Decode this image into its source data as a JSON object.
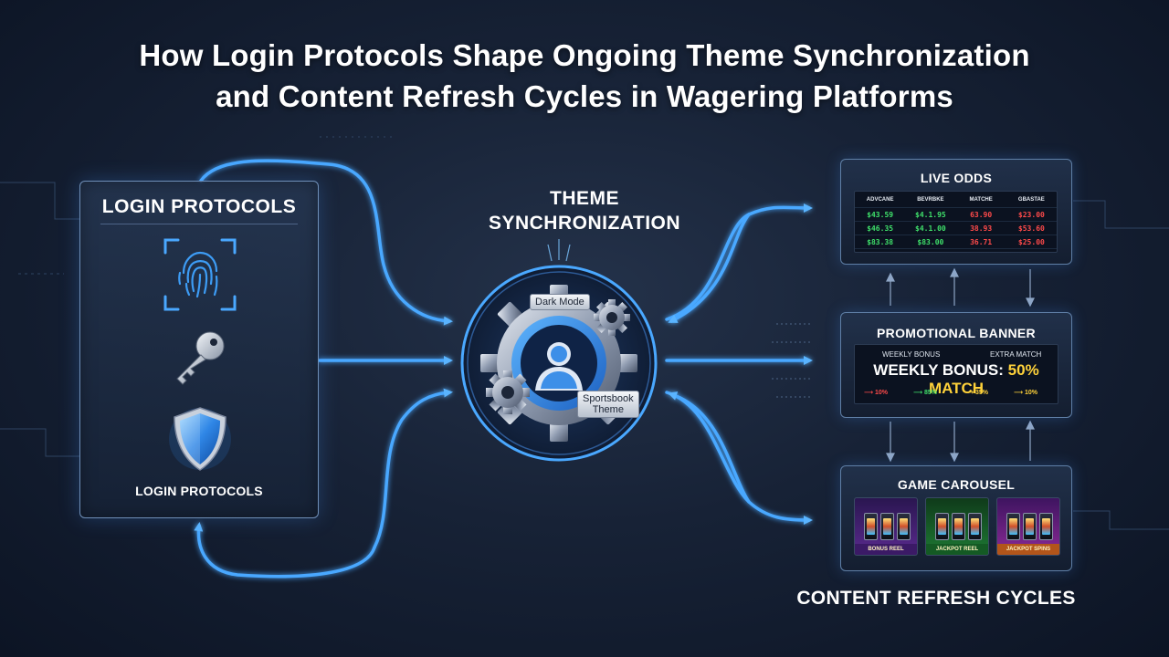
{
  "title": {
    "line1": "How Login Protocols Shape Ongoing Theme Synchronization",
    "line2": "and Content Refresh Cycles in Wagering Platforms"
  },
  "login_panel": {
    "heading": "LOGIN PROTOCOLS",
    "footer_label": "LOGIN PROTOCOLS",
    "icons": [
      "fingerprint-scan-icon",
      "key-icon",
      "shield-icon"
    ]
  },
  "theme_sync": {
    "label_line1": "THEME",
    "label_line2": "SYNCHRONIZATION",
    "tag_dark": "Dark Mode",
    "tag_theme_line1": "Sportsbook",
    "tag_theme_line2": "Theme",
    "icons": [
      "gear-cluster-icon",
      "user-profile-icon"
    ]
  },
  "live_odds": {
    "title": "LIVE ODDS",
    "columns": [
      "ADVCANE",
      "BEVRBKE",
      "MATCHE",
      "GBASTAE"
    ],
    "rows": [
      [
        "$43.59",
        "$4.1.95",
        "63.90",
        "$23.00"
      ],
      [
        "$46.35",
        "$4.1.00",
        "38.93",
        "$53.60"
      ],
      [
        "$83.38",
        "$83.00",
        "36.71",
        "$25.00"
      ]
    ],
    "colors": {
      "up": "#3fe06a",
      "down": "#ff4a4a"
    }
  },
  "promo_banner": {
    "title": "PROMOTIONAL BANNER",
    "sub_left": "WEEKLY BONUS",
    "sub_right": "EXTRA MATCH",
    "headline_white": "WEEKLY BONUS:",
    "headline_gold": "50% MATCH",
    "trends": [
      "10%",
      "85%",
      "35%",
      "10%"
    ],
    "colors": {
      "gold": "#ffd23a",
      "red": "#ff4a4a",
      "green": "#3fe06a"
    }
  },
  "game_carousel": {
    "title": "GAME CAROUSEL",
    "thumbs": [
      {
        "caption": "BONUS REEL",
        "bg": "#5a2a8e"
      },
      {
        "caption": "JACKPOT REEL",
        "bg": "#1e7a34"
      },
      {
        "caption": "JACKPOT SPINS",
        "bg": "#8a2a96"
      }
    ]
  },
  "content_refresh_label": "CONTENT REFRESH CYCLES",
  "colors": {
    "accent": "#4aa8ff",
    "panel_border": "#6f8fb8",
    "background": "#172236"
  }
}
